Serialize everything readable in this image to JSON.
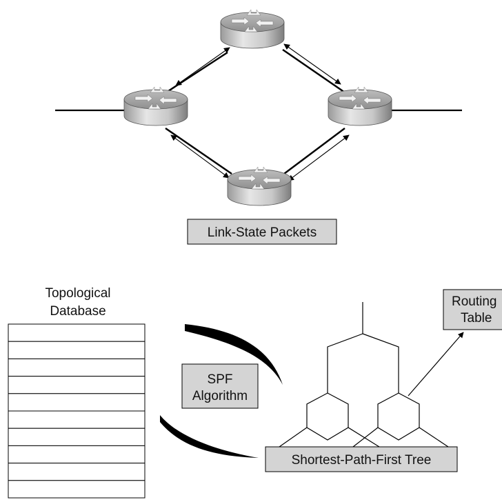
{
  "labels": {
    "lsp_caption": "Link-State Packets",
    "topo_line1": "Topological",
    "topo_line2": "Database",
    "spf_line1": "SPF",
    "spf_line2": "Algorithm",
    "routing_line1": "Routing",
    "routing_line2": "Table",
    "tree_caption": "Shortest-Path-First Tree"
  },
  "routers": [
    "router-top",
    "router-left",
    "router-right",
    "router-bottom"
  ],
  "database_rows": 10,
  "colors": {
    "label_box_fill": "#d4d4d4",
    "stroke": "#000000",
    "router_light": "#e4e4e4",
    "router_dark": "#8c8c8c"
  }
}
